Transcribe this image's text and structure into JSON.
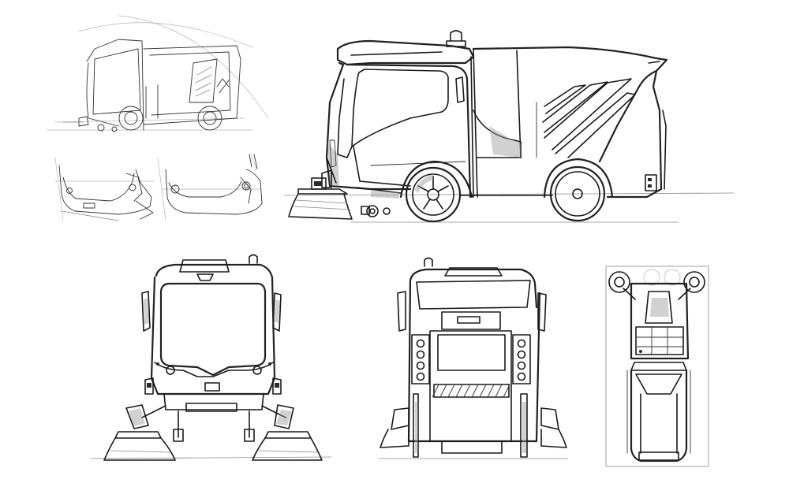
{
  "sheet": {
    "background": "#ffffff",
    "ink": "#1a1a1a",
    "subject": "street-sweeper-concept-sketches",
    "views": [
      "perspective-rough",
      "front-bumper-studies",
      "side-elevation",
      "front-elevation",
      "rear-elevation",
      "top-plan"
    ]
  }
}
